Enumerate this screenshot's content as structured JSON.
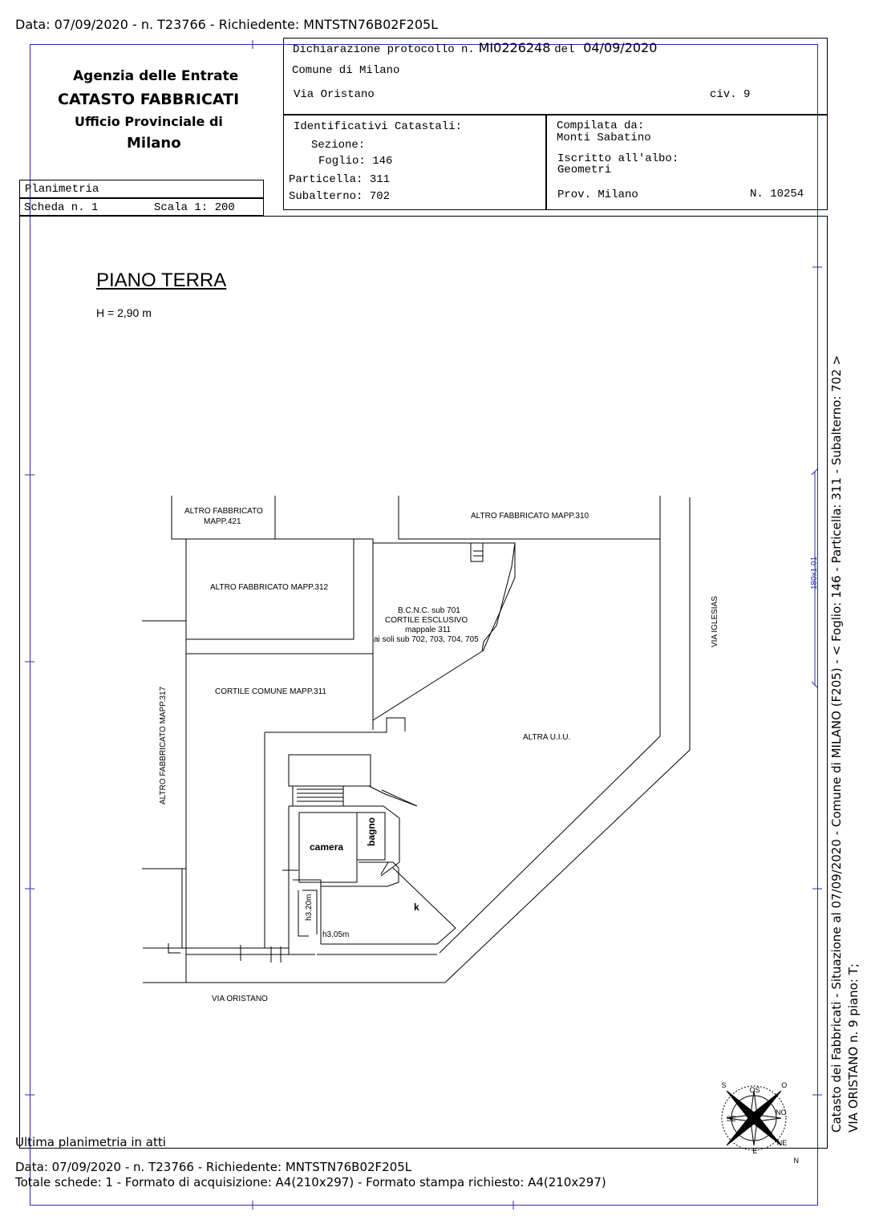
{
  "header": {
    "top_line": "Data: 07/09/2020 - n. T23766 - Richiedente: MNTSTN76B02F205L"
  },
  "agency": {
    "line1": "Agenzia delle Entrate",
    "line2": "CATASTO FABBRICATI",
    "line3": "Ufficio Provinciale di",
    "line4": "Milano"
  },
  "declaration": {
    "prefix": "Dichiarazione protocollo n.",
    "protocol": "MI0226248",
    "del_label": "del",
    "date": "04/09/2020",
    "comune": "Comune di Milano",
    "via": "Via Oristano",
    "civ": "civ. 9"
  },
  "identifiers": {
    "title": "Identificativi Catastali:",
    "sezione": "Sezione:",
    "foglio": "Foglio: 146",
    "particella": "Particella: 311",
    "subalterno": "Subalterno: 702"
  },
  "compiler": {
    "label": "Compilata da:",
    "name": "Monti Sabatino",
    "albo_label": "Iscritto all'albo:",
    "albo": "Geometri",
    "prov": "Prov. Milano",
    "number": "N. 10254"
  },
  "sheet": {
    "type": "Planimetria",
    "scheda": "Scheda n. 1",
    "scala": "Scala 1: 200"
  },
  "plan": {
    "title": "PIANO TERRA",
    "height": "H = 2,90 m",
    "labels": {
      "altro421_a": "ALTRO FABBRICATO",
      "altro421_b": "MAPP.421",
      "altro310": "ALTRO FABBRICATO MAPP.310",
      "altro312": "ALTRO FABBRICATO MAPP.312",
      "bcnc_1": "B.C.N.C. sub 701",
      "bcnc_2": "CORTILE ESCLUSIVO",
      "bcnc_3": "mappale 311",
      "bcnc_4": "ai soli sub 702, 703, 704, 705",
      "cortile_comune": "CORTILE COMUNE MAPP.311",
      "altra_uiu": "ALTRA U.I.U.",
      "via_iglesias": "VIA IGLESIAS",
      "altro317": "ALTRO FABBRICATO MAPP.317",
      "via_oristano": "VIA ORISTANO",
      "camera": "camera",
      "bagno": "bagno",
      "k": "k",
      "h320": "h3.20m",
      "h305": "h3.05m"
    },
    "compass": [
      "N",
      "NE",
      "E",
      "SE",
      "S",
      "OS",
      "O",
      "NO"
    ]
  },
  "side_text": {
    "line1": "Catasto dei Fabbricati - Situazione al 07/09/2020 - Comune di MILANO (F205) - <  Foglio: 146 - Particella: 311 - Subalterno: 702 >",
    "line2": "VIA ORISTANO n. 9 piano: T;",
    "dim": "180x1.01"
  },
  "footer": {
    "ultima": "Ultima planimetria in atti",
    "line1": "Data: 07/09/2020 - n. T23766 - Richiedente: MNTSTN76B02F205L",
    "line2": "Totale schede: 1 - Formato di acquisizione: A4(210x297)  - Formato stampa richiesto: A4(210x297)"
  }
}
